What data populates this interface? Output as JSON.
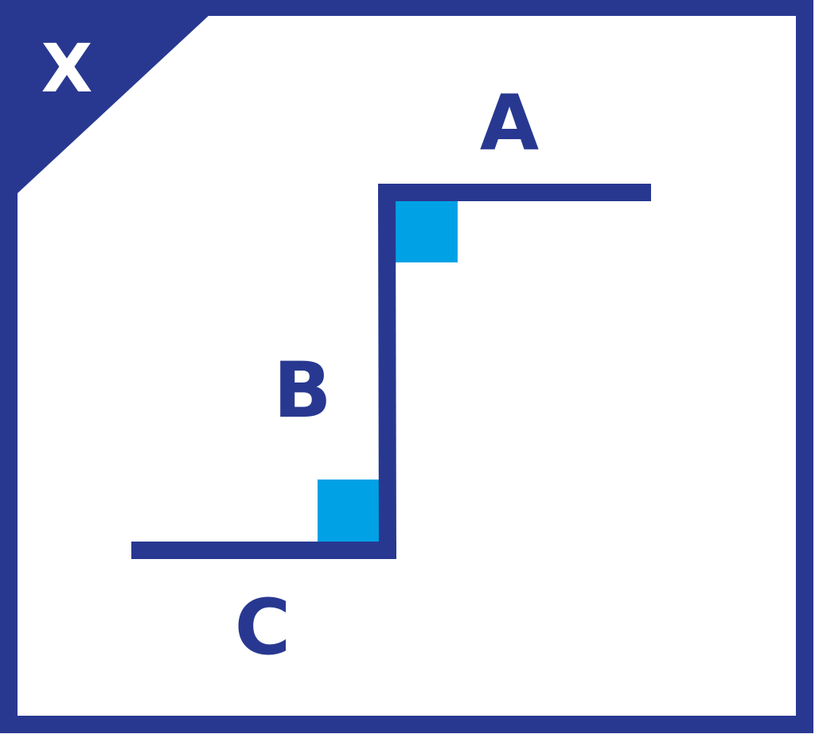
{
  "diagram": {
    "badge_label": "X",
    "segment_labels": {
      "top": "A",
      "vertical": "B",
      "bottom": "C"
    },
    "right_angle_markers": 2
  },
  "colors": {
    "navy": "#283891",
    "accent": "#00A2E5",
    "background": "#FFFFFF",
    "badge_text": "#FFFFFF"
  }
}
